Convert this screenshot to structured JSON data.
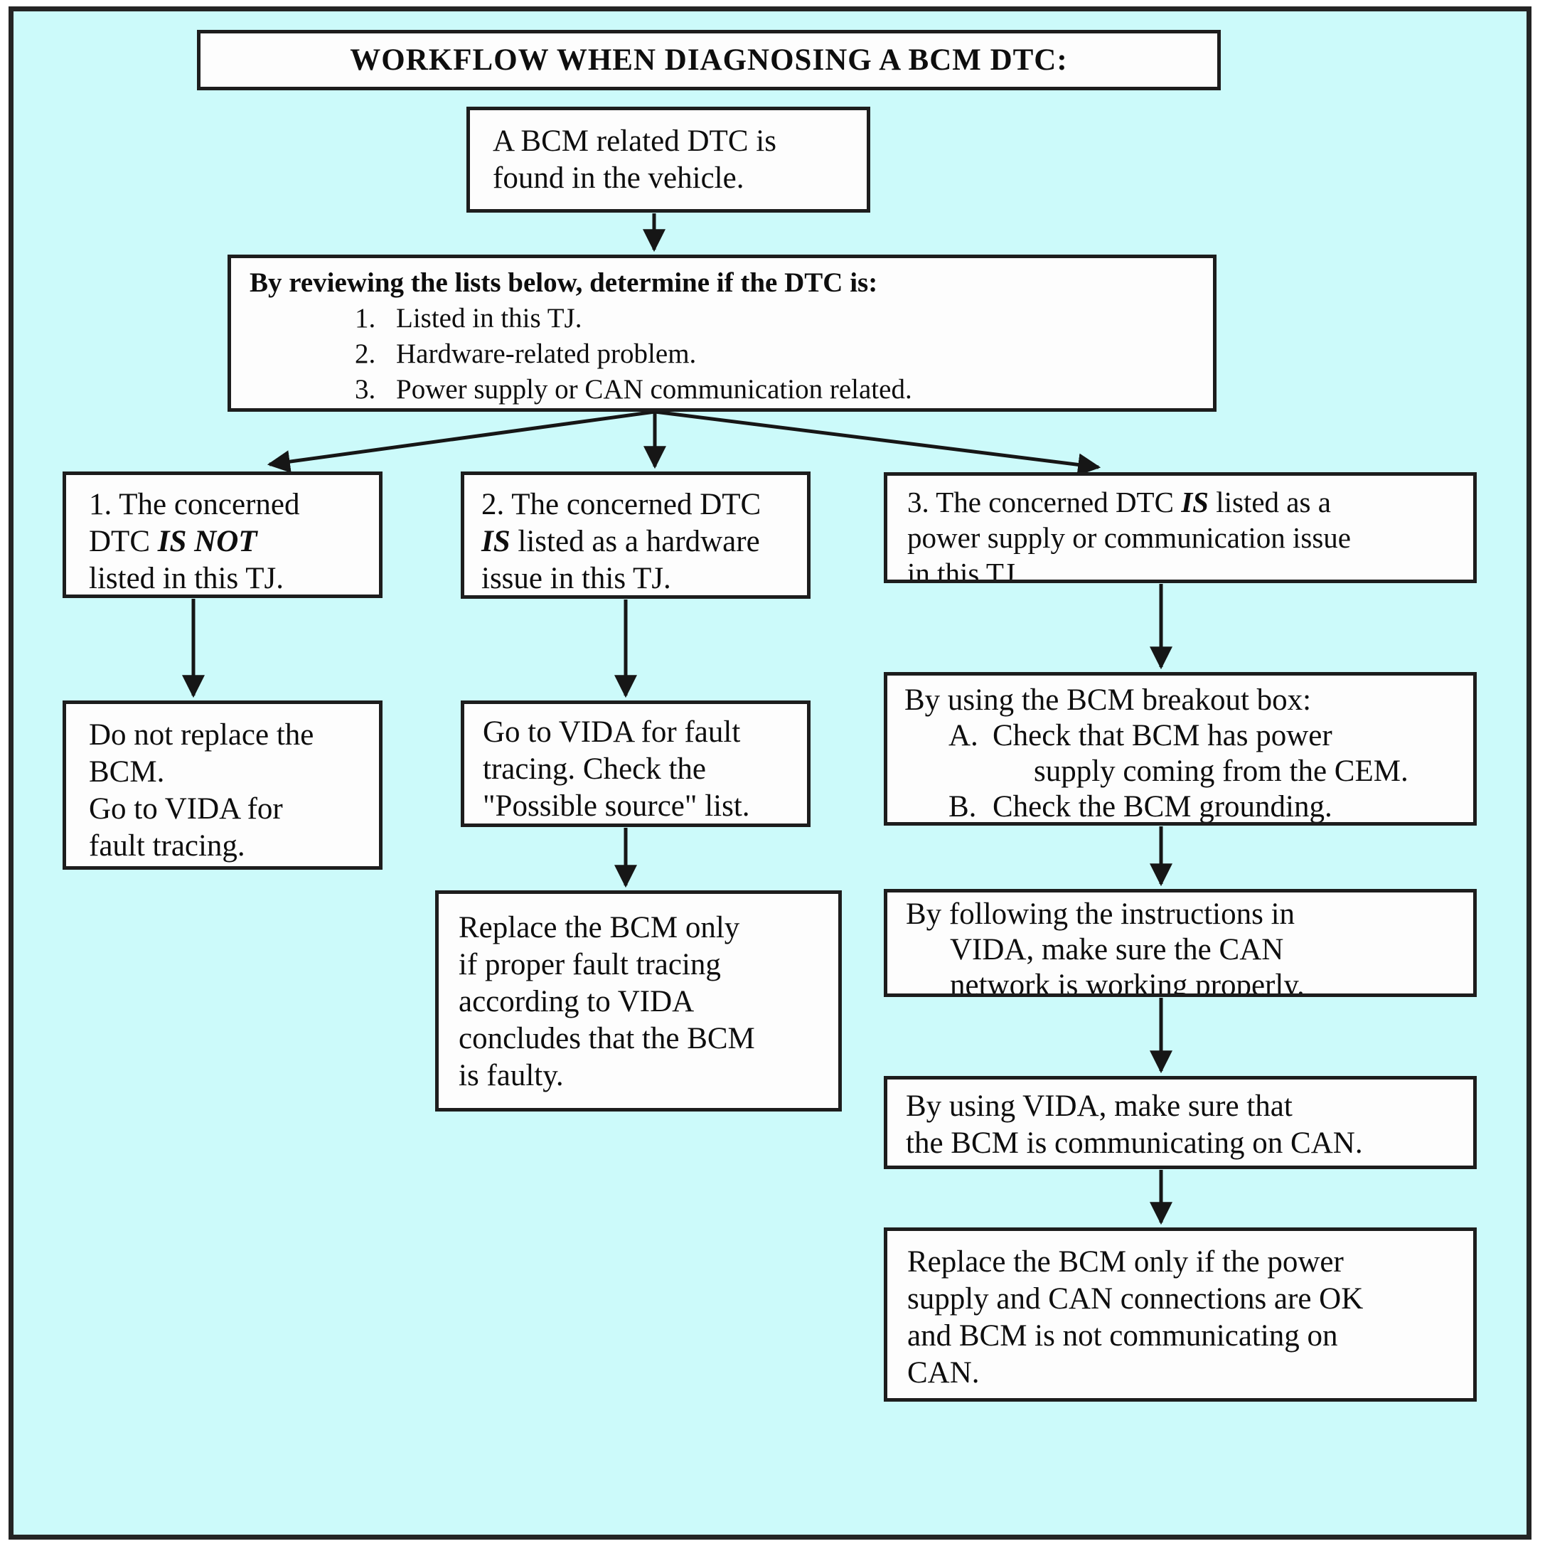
{
  "colors": {
    "canvas_bg": "#ccfafa",
    "box_bg": "#fdfdfd",
    "border": "#1d1d1d",
    "text": "#0e0e0e"
  },
  "title": "WORKFLOW WHEN DIAGNOSING A BCM DTC:",
  "nodes": {
    "start": {
      "lines": [
        "A BCM related DTC is",
        "found in the vehicle."
      ]
    },
    "decision": {
      "header": "By reviewing the lists below, determine if the DTC is:",
      "items": [
        {
          "num": "1.",
          "text": "Listed in this TJ."
        },
        {
          "num": "2.",
          "text": "Hardware-related problem."
        },
        {
          "num": "3.",
          "text": "Power supply or CAN communication related."
        }
      ]
    },
    "branch1": {
      "line1": "1. The concerned",
      "line2_pre": "DTC ",
      "line2_em": "IS NOT",
      "line3": "listed in this TJ."
    },
    "branch2": {
      "line1": "2. The concerned DTC",
      "line2_em": "IS",
      "line2_post": " listed as a hardware",
      "line3": "issue in this TJ."
    },
    "branch3": {
      "line1_pre": "3. The concerned DTC ",
      "line1_em": "IS",
      "line1_post": " listed as a",
      "line2": "power supply or communication issue",
      "line3": "in this TJ."
    },
    "do_not_replace": {
      "lines": [
        "Do not replace the",
        "BCM.",
        "Go to VIDA for",
        "fault tracing."
      ]
    },
    "vida_fault": {
      "lines": [
        "Go to VIDA for fault",
        "tracing. Check the",
        "\"Possible source\" list."
      ]
    },
    "replace_hw": {
      "lines": [
        "Replace the BCM only",
        "if proper fault tracing",
        "according to VIDA",
        "concludes that the BCM",
        "is faulty."
      ]
    },
    "breakout": {
      "header": "By using the BCM breakout box:",
      "items": [
        {
          "num": "A.",
          "lines": [
            "Check that BCM has power",
            "supply coming from the CEM."
          ]
        },
        {
          "num": "B.",
          "lines": [
            "Check the BCM grounding."
          ]
        }
      ]
    },
    "can_network": {
      "lines": [
        "By following the instructions in",
        "VIDA, make sure the CAN",
        "network is working properly."
      ]
    },
    "vida_comm": {
      "lines": [
        "By using VIDA, make sure that",
        "the BCM is communicating on CAN."
      ]
    },
    "replace_final": {
      "lines": [
        "Replace the BCM only if the power",
        "supply and CAN connections are OK",
        "and BCM is not communicating on",
        "CAN."
      ]
    }
  }
}
